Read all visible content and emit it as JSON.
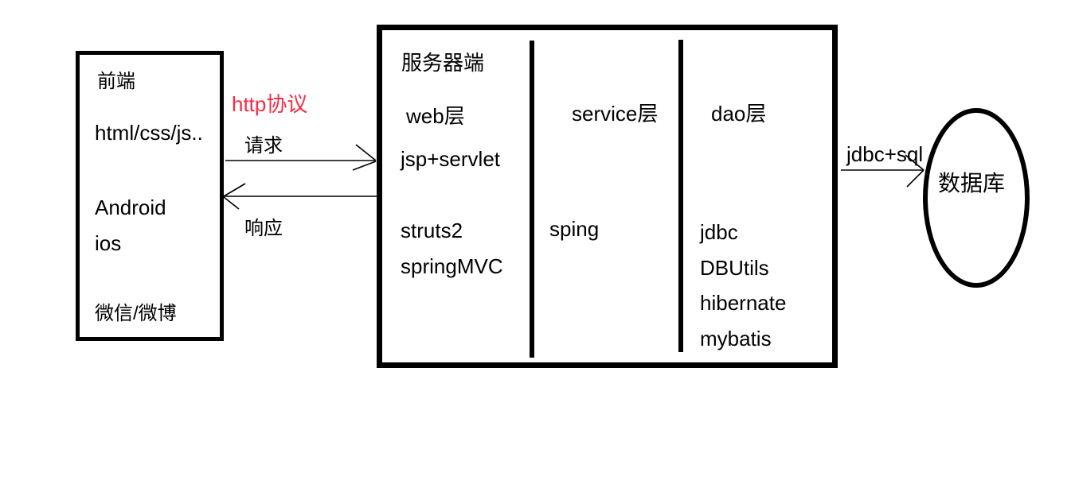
{
  "frontend_box": {
    "title": "前端",
    "items": [
      "html/css/js..",
      "Android",
      "ios",
      "微信/微博"
    ]
  },
  "http": {
    "protocol_label": "http协议",
    "protocol_color": "#fa2a43",
    "request_label": "请求",
    "response_label": "响应"
  },
  "server_box": {
    "title": "服务器端",
    "columns": [
      {
        "header": "web层",
        "items": [
          "jsp+servlet",
          "struts2",
          "springMVC"
        ]
      },
      {
        "header": "service层",
        "items": [
          "sping"
        ]
      },
      {
        "header": "dao层",
        "items": [
          "jdbc",
          "DBUtils",
          "hibernate",
          "mybatis"
        ]
      }
    ]
  },
  "database": {
    "arrow_label": "jdbc+sql",
    "label": "数据库"
  },
  "colors": {
    "line": "#000000",
    "background": "#ffffff"
  }
}
